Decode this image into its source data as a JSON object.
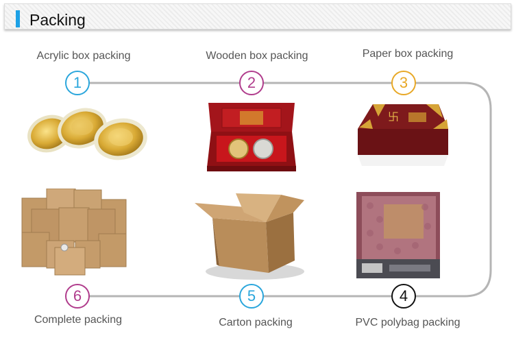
{
  "header": {
    "title": "Packing"
  },
  "steps": [
    {
      "number": "1",
      "label": "Acrylic box packing",
      "color": "#2aa6dc"
    },
    {
      "number": "2",
      "label": "Wooden box packing",
      "color": "#b03c8c"
    },
    {
      "number": "3",
      "label": "Paper box packing",
      "color": "#e8a826"
    },
    {
      "number": "4",
      "label": "PVC polybag packing",
      "color": "#111111"
    },
    {
      "number": "5",
      "label": "Carton packing",
      "color": "#2aa6dc"
    },
    {
      "number": "6",
      "label": "Complete packing",
      "color": "#b03c8c"
    }
  ],
  "track_color": "#b5b5b5"
}
